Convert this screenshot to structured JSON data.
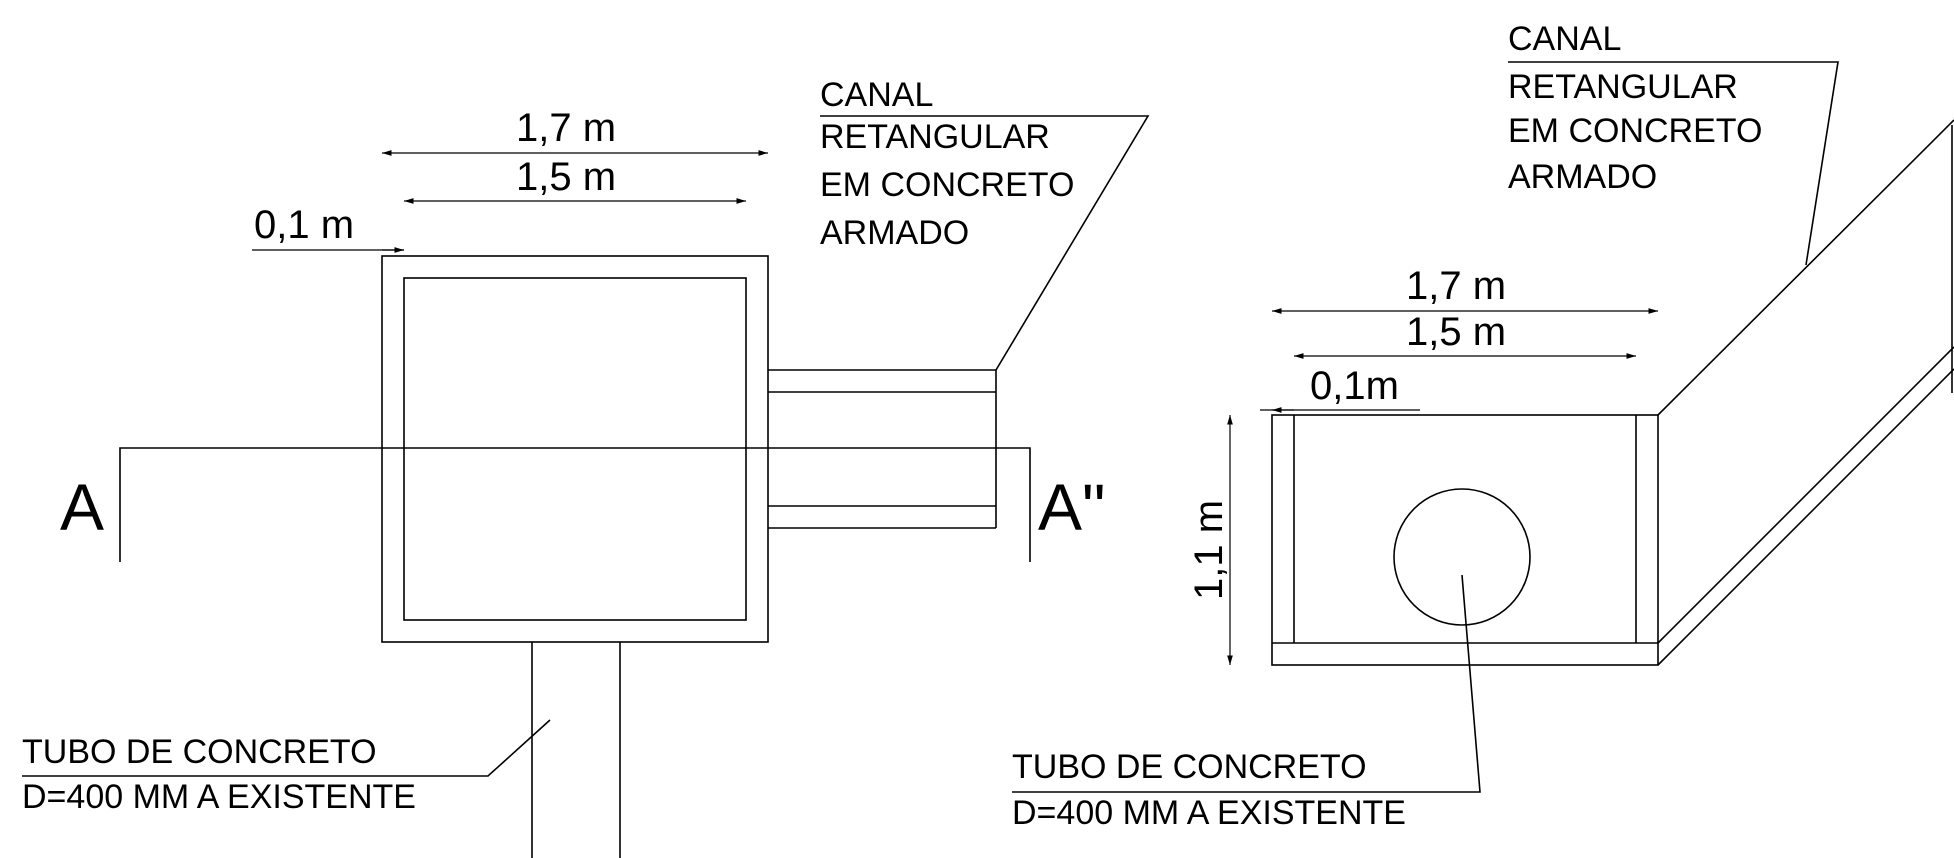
{
  "plan_view": {
    "dim_outer": "1,7 m",
    "dim_inner": "1,5 m",
    "dim_wall": "0,1 m",
    "section_left": "A",
    "section_right": "A\"",
    "channel_label": [
      "CANAL",
      "RETANGULAR",
      "EM CONCRETO",
      "ARMADO"
    ],
    "pipe_label": [
      "TUBO DE CONCRETO",
      "D=400 MM A EXISTENTE"
    ]
  },
  "section_view": {
    "dim_outer": "1,7 m",
    "dim_inner": "1,5 m",
    "dim_wall": "0,1m",
    "dim_height": "1,1 m",
    "channel_label": [
      "CANAL",
      "RETANGULAR",
      "EM CONCRETO",
      "ARMADO"
    ],
    "pipe_label": [
      "TUBO DE CONCRETO",
      "D=400 MM A EXISTENTE"
    ]
  },
  "colors": {
    "line": "#000000",
    "background": "#ffffff"
  }
}
